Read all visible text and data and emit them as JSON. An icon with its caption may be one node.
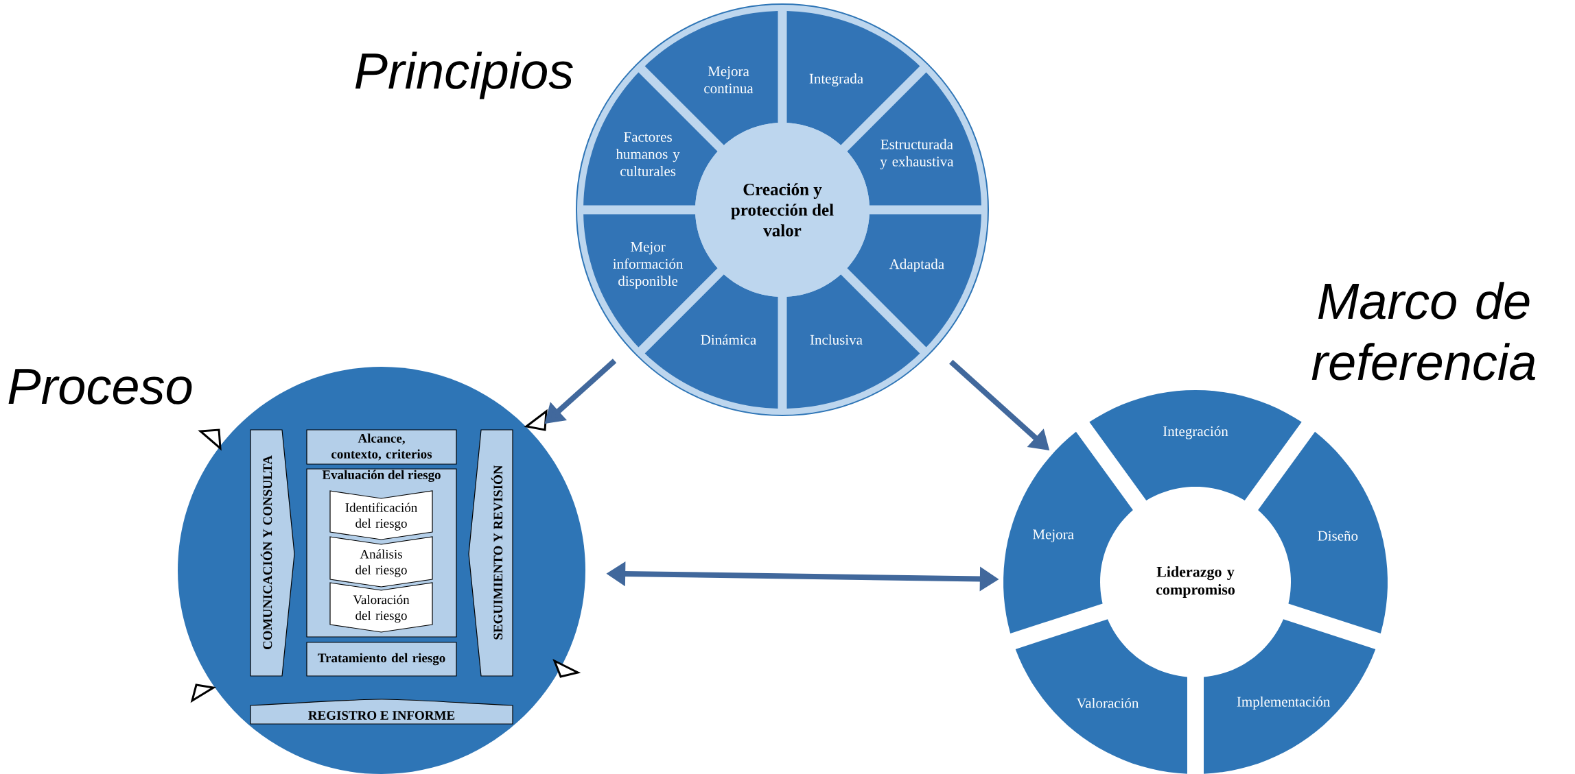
{
  "diagram": {
    "nodes": [
      {
        "text": [
          "Principios"
        ]
      },
      {
        "text": [
          "Mejora continua"
        ],
        "in": 0
      },
      {
        "text": [
          "Integrada"
        ],
        "in": 0
      },
      {
        "text": [
          "Factores humanos y culturales"
        ],
        "in": 0
      },
      {
        "text": [
          "Estructurada y exhaustiva"
        ],
        "in": 0
      },
      {
        "text": [
          "Creación y protección del valor"
        ],
        "in": 0
      },
      {
        "text": [
          "Mejor información disponible"
        ],
        "in": 0
      },
      {
        "text": [
          "Adaptada"
        ],
        "in": 0
      },
      {
        "text": [
          "Dinámica"
        ],
        "in": 0
      },
      {
        "text": [
          "Inclusiva"
        ],
        "in": 0
      },
      {
        "text": [
          "Proceso"
        ]
      },
      {
        "text": [
          "COMUNICACIÓN Y CONSULTA"
        ],
        "in": 10
      },
      {
        "text": [
          "Alcance, contexto, criterios"
        ],
        "in": 10
      },
      {
        "text": [
          "Evaluación del riesgo"
        ],
        "in": 10
      },
      {
        "text": [
          "Identificación del riesgo"
        ],
        "in": 13
      },
      {
        "text": [
          "Análisis del riesgo"
        ],
        "in": 13
      },
      {
        "text": [
          "Valoración del riesgo"
        ],
        "in": 13
      },
      {
        "text": [
          "SEGUIMIENTO Y REVISIÓN"
        ],
        "in": 10
      },
      {
        "text": [
          "Tratamiento del riesgo"
        ],
        "in": 10
      },
      {
        "text": [
          "REGISTRO E INFORME"
        ],
        "in": 10
      },
      {
        "text": [
          "Marco de referencia"
        ]
      },
      {
        "text": [
          "Integración"
        ],
        "in": 20
      },
      {
        "text": [
          "Mejora"
        ],
        "in": 20
      },
      {
        "text": [
          "Liderazgo y compromiso"
        ],
        "in": 20
      },
      {
        "text": [
          "Diseño"
        ],
        "in": 20
      },
      {
        "text": [
          "Valoración"
        ],
        "in": 20
      },
      {
        "text": [
          "Implementación"
        ],
        "in": 20
      }
    ],
    "edges": [
      {
        "from": 0,
        "to": 10,
        "arrow": "to"
      },
      {
        "from": 0,
        "to": 20,
        "arrow": "to"
      },
      {
        "from": 10,
        "to": 20,
        "arrow": "both"
      }
    ]
  }
}
